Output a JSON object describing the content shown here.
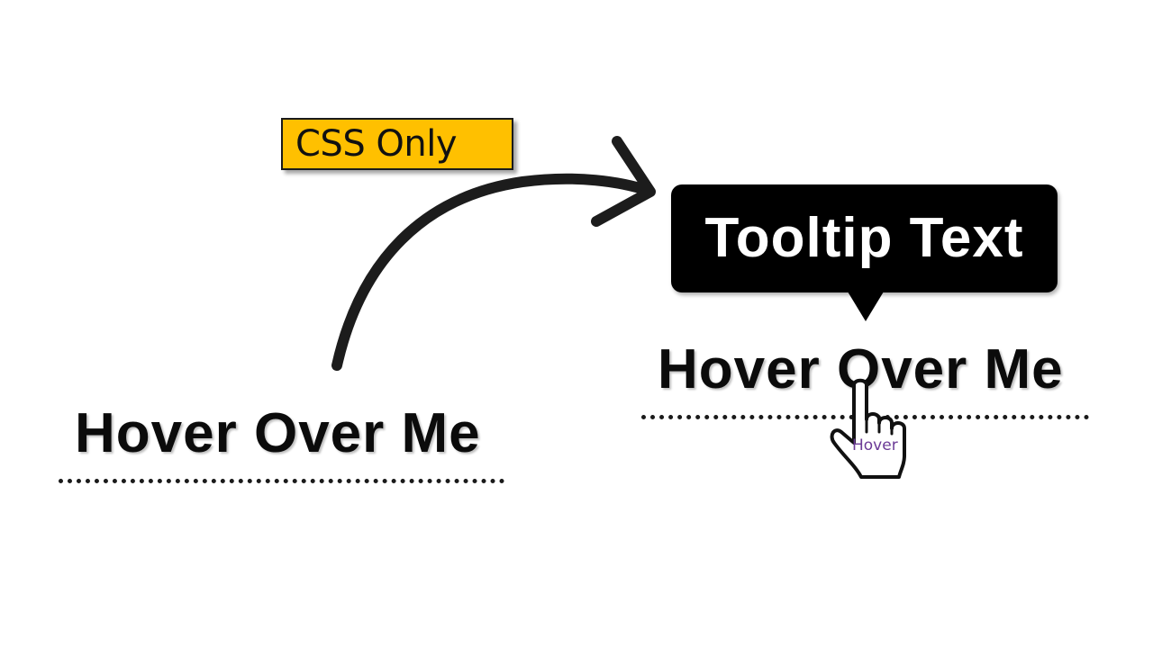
{
  "badge": {
    "label": "CSS Only",
    "bg_color": "#ffc000"
  },
  "before": {
    "text": "Hover Over Me"
  },
  "after": {
    "text": "Hover Over Me",
    "tooltip_text": "Tooltip Text",
    "tooltip_bg": "#000000",
    "cursor_label": "Hover",
    "cursor_icon": "hand-pointer-icon"
  },
  "arrow": {
    "icon": "curved-arrow-icon"
  }
}
